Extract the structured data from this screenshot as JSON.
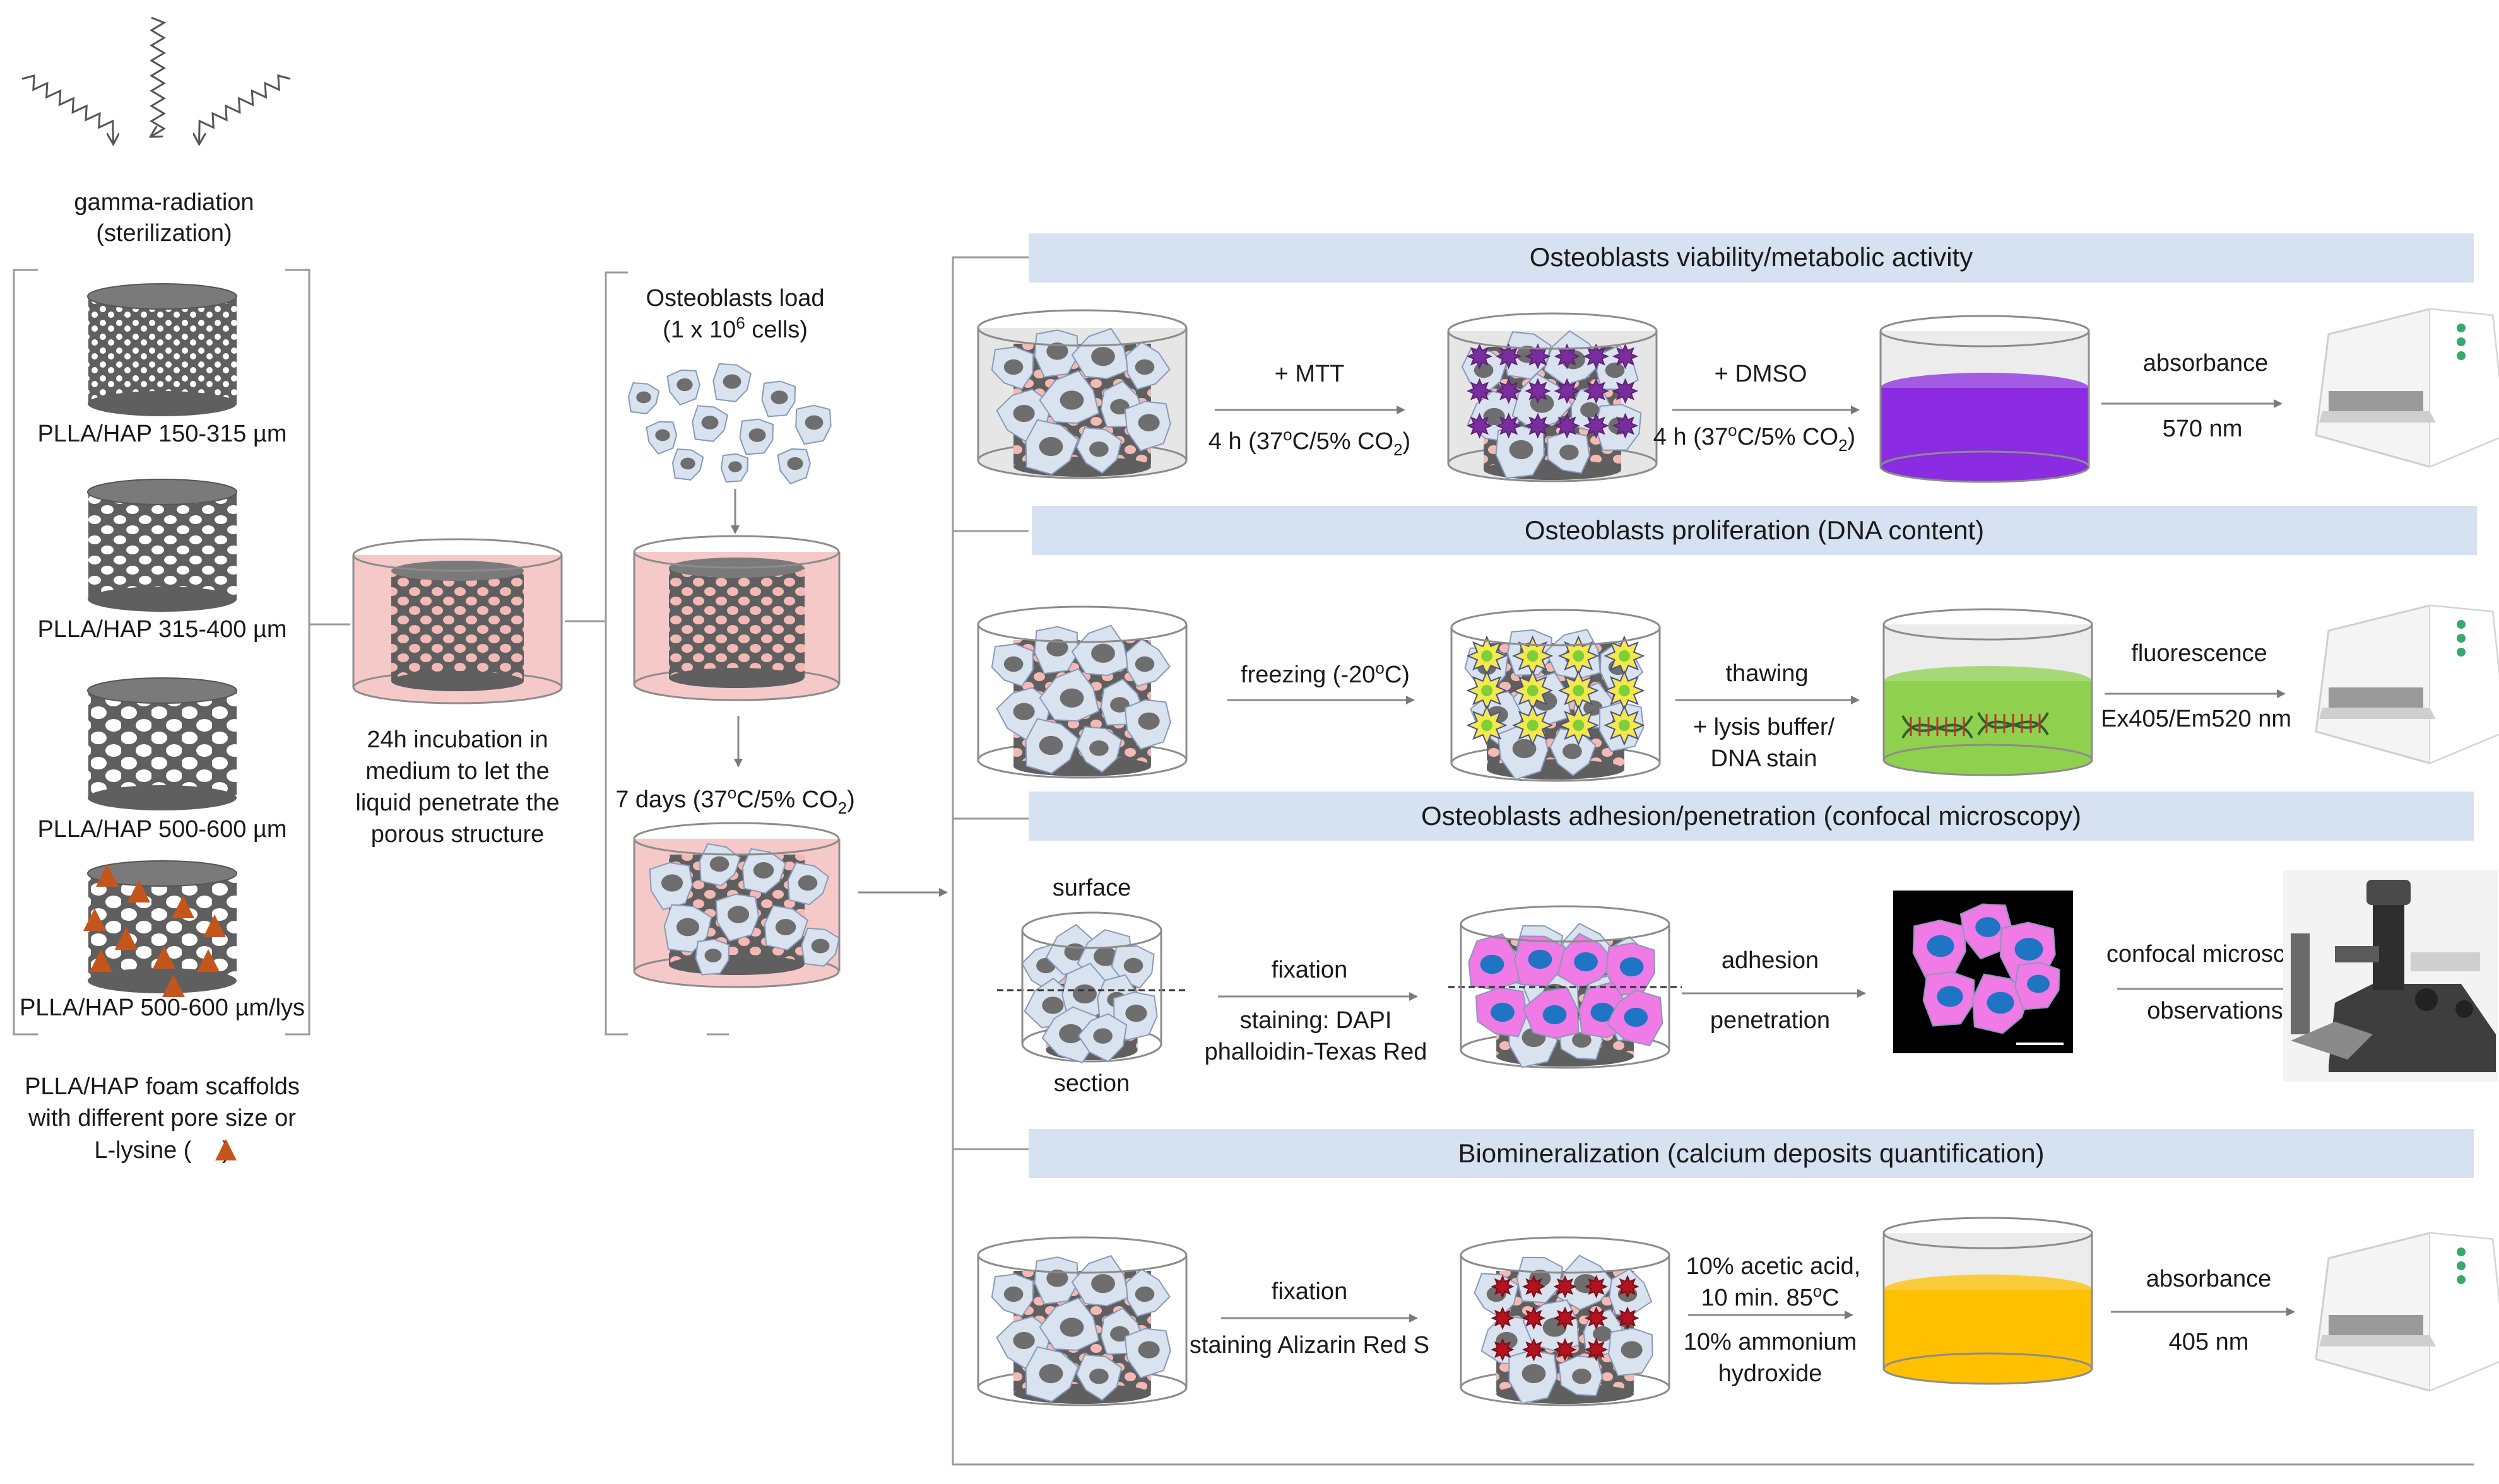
{
  "sterilization": {
    "line1": "gamma-radiation",
    "line2": "(sterilization)"
  },
  "scaffolds": {
    "items": [
      {
        "label": "PLLA/HAP 150-315 µm"
      },
      {
        "label": "PLLA/HAP 315-400 µm"
      },
      {
        "label": "PLLA/HAP 500-600 µm"
      },
      {
        "label": "PLLA/HAP 500-600 µm/lys"
      }
    ],
    "caption_line1": "PLLA/HAP foam scaffolds",
    "caption_line2": "with different pore size or",
    "caption_line3_pre": "L-lysine (",
    "caption_line3_post": ")"
  },
  "incubation": {
    "line1": "24h incubation in",
    "line2": "medium to let the",
    "line3": "liquid penetrate the",
    "line4": "porous structure"
  },
  "loading": {
    "title": "Osteoblasts load",
    "cells_pre": "(1 x 10",
    "cells_sup": "6",
    "cells_post": " cells)",
    "culture_pre": "7 days (37",
    "culture_deg": "o",
    "culture_mid": "C/5% CO",
    "culture_sub": "2",
    "culture_post": ")"
  },
  "assays": [
    {
      "title": "Osteoblasts viability/metabolic activity",
      "step1_top": "+ MTT",
      "step1_bottom_pre": "4 h (37",
      "step1_bottom_deg": "o",
      "step1_bottom_mid": "C/5% CO",
      "step1_bottom_sub": "2",
      "step1_bottom_post": ")",
      "step2_top": "+ DMSO",
      "step2_bottom_pre": "4 h (37",
      "step2_bottom_deg": "o",
      "step2_bottom_mid": "C/5% CO",
      "step2_bottom_sub": "2",
      "step2_bottom_post": ")",
      "readout_top": "absorbance",
      "readout_bottom": "570 nm",
      "liquid_color": "#8b2be2"
    },
    {
      "title": "Osteoblasts proliferation (DNA content)",
      "step1_top_pre": "freezing (-20",
      "step1_top_deg": "o",
      "step1_top_post": "C)",
      "step2_top": "thawing",
      "step2_bottom1": "+ lysis buffer/",
      "step2_bottom2": "DNA stain",
      "readout_top": "fluorescence",
      "readout_bottom": "Ex405/Em520 nm",
      "liquid_color": "#8fd14f"
    },
    {
      "title": "Osteoblasts adhesion/penetration (confocal microscopy)",
      "surface": "surface",
      "section": "section",
      "step1_top": "fixation",
      "step1_bottom1": "staining: DAPI",
      "step1_bottom2": "phalloidin-Texas Red",
      "step2_top": "adhesion",
      "step2_bottom": "penetration",
      "readout_top": "confocal microscopy",
      "readout_bottom": "observations"
    },
    {
      "title": "Biomineralization (calcium deposits quantification)",
      "step1_top": "fixation",
      "step1_bottom": "staining Alizarin Red S",
      "step2_top1": "10% acetic acid,",
      "step2_top2_pre": "10 min. 85",
      "step2_top2_deg": "o",
      "step2_top2_post": "C",
      "step2_bottom1": "10% ammonium",
      "step2_bottom2": "hydroxide",
      "readout_top": "absorbance",
      "readout_bottom": "405 nm",
      "liquid_color": "#ffc000"
    }
  ],
  "colors": {
    "scaffold_dark": "#5f5f5f",
    "pore": "#ffffff",
    "pink_medium": "#f6c9c9",
    "pink_pore": "#f4b9b4",
    "cell_body": "#d9e2ef",
    "cell_nucleus": "#6e6e6e",
    "lysine": "#c5561b",
    "header_bar": "#d6e1f1",
    "mtt_crystal": "#7a2d9c",
    "dna_cell": "#f4e94a",
    "dna_dot": "#7ecf3a",
    "texas_red": "#f07ae6",
    "dapi": "#1f74c4",
    "alizarin": "#b3121f"
  }
}
